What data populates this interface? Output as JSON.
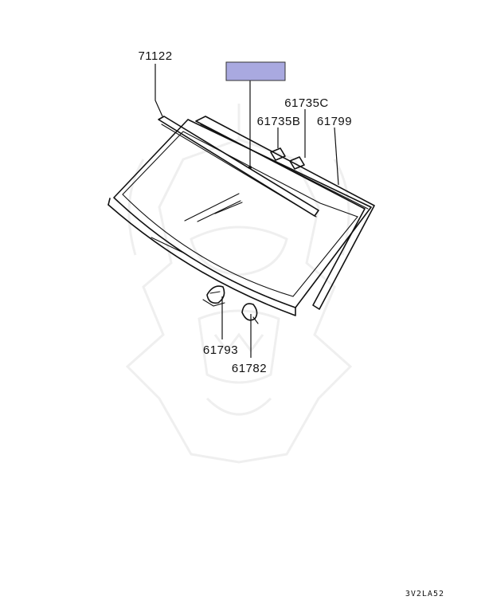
{
  "callouts": {
    "upper_left_molding": "71122",
    "highlight_box": "",
    "clip_c": "61735C",
    "clip_b": "61735B",
    "side_molding": "61799",
    "lower_clip": "61793",
    "lower_spacer": "61782"
  },
  "highlight_color": "#a9a9e0",
  "drawing_code": "3V2LA52",
  "watermark": "samurai-helmet-icon"
}
